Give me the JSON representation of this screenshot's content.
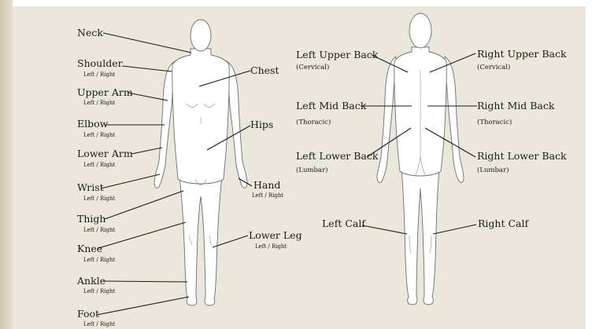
{
  "front_labels": [
    {
      "key": "neck",
      "text": "Neck",
      "sub": ""
    },
    {
      "key": "shoulder",
      "text": "Shoulder",
      "sub": "Left / Right"
    },
    {
      "key": "upper-arm",
      "text": "Upper Arm",
      "sub": "Left / Right"
    },
    {
      "key": "elbow",
      "text": "Elbow",
      "sub": "Left / Right"
    },
    {
      "key": "lower-arm",
      "text": "Lower Arm",
      "sub": "Left / Right"
    },
    {
      "key": "wrist",
      "text": "Wrist",
      "sub": "Left / Right"
    },
    {
      "key": "thigh",
      "text": "Thigh",
      "sub": "Left / Right"
    },
    {
      "key": "knee",
      "text": "Knee",
      "sub": "Left / Right"
    },
    {
      "key": "ankle",
      "text": "Ankle",
      "sub": "Left / Right"
    },
    {
      "key": "foot",
      "text": "Foot",
      "sub": "Left / Right"
    },
    {
      "key": "chest",
      "text": "Chest",
      "sub": ""
    },
    {
      "key": "hips",
      "text": "Hips",
      "sub": ""
    },
    {
      "key": "hand",
      "text": "Hand",
      "sub": "Left / Right"
    },
    {
      "key": "lower-leg",
      "text": "Lower Leg",
      "sub": "Left / Right"
    }
  ],
  "back_labels": [
    {
      "key": "left-upper-back",
      "text": "Left Upper Back",
      "sub": "(Cervical)"
    },
    {
      "key": "left-mid-back",
      "text": "Left Mid Back",
      "sub": "(Thoracic)"
    },
    {
      "key": "left-lower-back",
      "text": "Left Lower Back",
      "sub": "(Lumbar)"
    },
    {
      "key": "left-calf",
      "text": "Left Calf",
      "sub": ""
    },
    {
      "key": "right-upper-back",
      "text": "Right Upper Back",
      "sub": "(Cervical)"
    },
    {
      "key": "right-mid-back",
      "text": "Right Mid Back",
      "sub": "(Thoracic)"
    },
    {
      "key": "right-lower-back",
      "text": "Right Lower Back",
      "sub": "(Lumbar)"
    },
    {
      "key": "right-calf",
      "text": "Right Calf",
      "sub": ""
    }
  ],
  "colors": {
    "background": "#ece7dc",
    "figure": "#ffffff",
    "text": "#1a1a1a"
  }
}
